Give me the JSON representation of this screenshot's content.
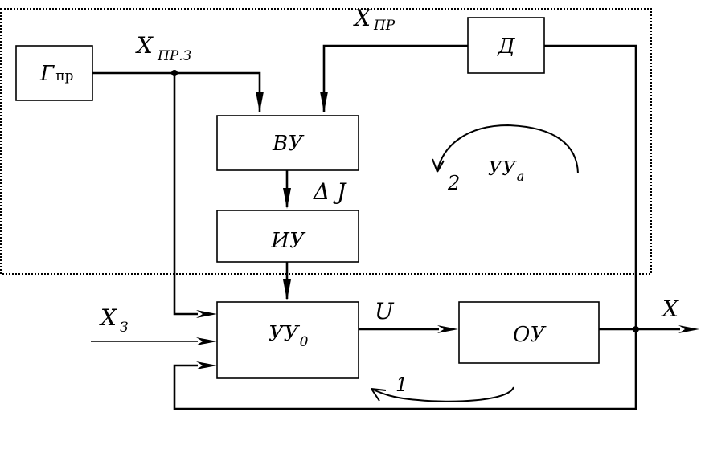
{
  "blocks": {
    "gpr": {
      "main": "Г",
      "sub": "пр"
    },
    "d": {
      "label": "Д"
    },
    "vu": {
      "label": "ВУ"
    },
    "iu": {
      "label": "ИУ"
    },
    "uu0": {
      "main": "УУ",
      "sub": "0"
    },
    "ou": {
      "label": "ОУ"
    }
  },
  "signals": {
    "x_pr_z": {
      "main": "X",
      "sub": "ПР.З"
    },
    "x_pr": {
      "main": "X",
      "sub": "ПР"
    },
    "delta_j": "Δ J",
    "x_z": {
      "main": "X",
      "sub": "З"
    },
    "u": "U",
    "x_out": "X"
  },
  "loops": {
    "loop1": "1",
    "loop2": "2",
    "uua": {
      "main": "УУ",
      "sub": "а"
    }
  }
}
